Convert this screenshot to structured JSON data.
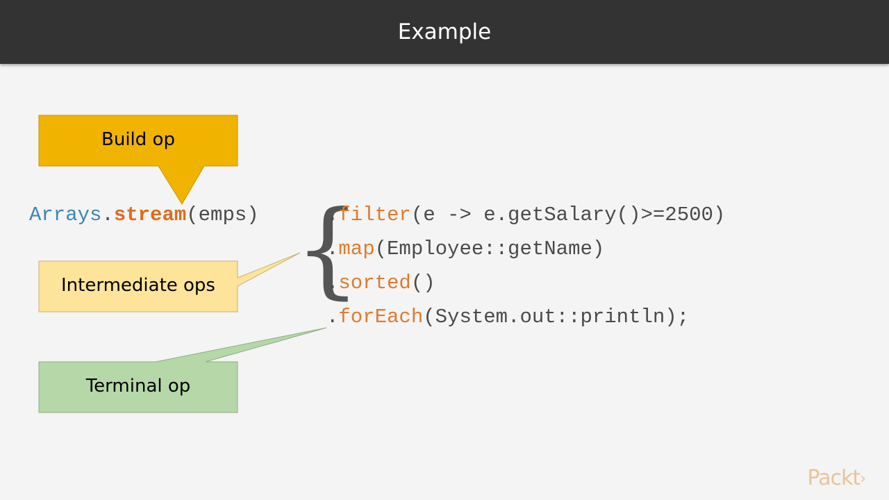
{
  "slide": {
    "title": "Example"
  },
  "callouts": {
    "build": {
      "label": "Build op",
      "color": "#f0b400"
    },
    "intermediate": {
      "label": "Intermediate ops",
      "color": "#fde49a"
    },
    "terminal": {
      "label": "Terminal op",
      "color": "#b6d7a8"
    }
  },
  "code": {
    "line1": {
      "arrays": "Arrays",
      "dot": ".",
      "stream": "stream",
      "args": "(emps)",
      "dot2": ".",
      "filter": "filter",
      "filter_args": "(e -> e.getSalary()>=2500)"
    },
    "line2": {
      "dot": ".",
      "map": "map",
      "map_args": "(Employee::getName)"
    },
    "line3": {
      "dot": ".",
      "sorted": "sorted",
      "sorted_args": "()"
    },
    "line4": {
      "dot": ".",
      "foreach": "forEach",
      "foreach_args": "(System.out::println);"
    },
    "brace": "{"
  },
  "logo": {
    "text": "Packt",
    "mark": "›"
  },
  "colors": {
    "keyword_blue": "#3a87b0",
    "method_orange": "#e07a2e",
    "code_gray": "#4a4a4a",
    "titlebar": "#333333",
    "background": "#f4f4f4"
  }
}
